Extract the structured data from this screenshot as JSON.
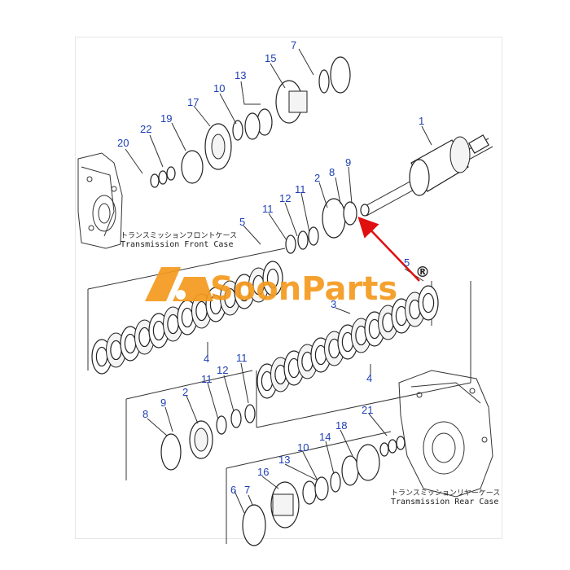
{
  "watermark": {
    "text": "SoonParts",
    "registered_mark": "®",
    "color": "#f59a1e"
  },
  "captions": {
    "front_case_jp": "トランスミッションフロントケース",
    "front_case_en": "Transmission Front Case",
    "rear_case_jp": "トランスミッションリヤーケース",
    "rear_case_en": "Transmission Rear Case"
  },
  "callouts": [
    "7",
    "15",
    "1",
    "13",
    "10",
    "17",
    "19",
    "22",
    "20",
    "9",
    "8",
    "2",
    "11",
    "12",
    "11",
    "5",
    "5",
    "3",
    "4",
    "4",
    "11",
    "12",
    "11",
    "2",
    "8",
    "9",
    "21",
    "18",
    "14",
    "10",
    "13",
    "16",
    "7",
    "6"
  ],
  "colors": {
    "callout": "#1e3fb4",
    "arrow": "#e01010",
    "line": "#333333"
  }
}
